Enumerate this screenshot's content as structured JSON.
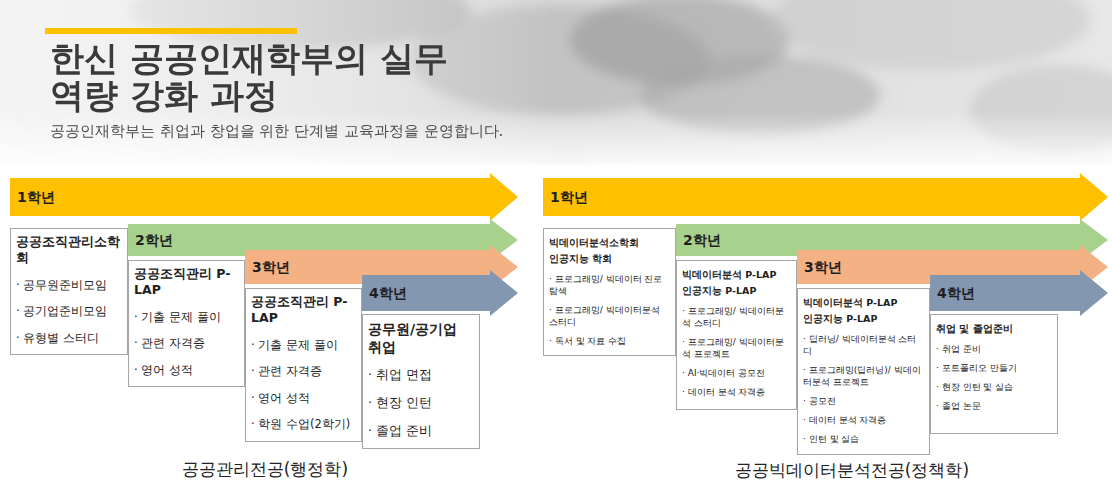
{
  "diagram": {
    "title": "한신 공공인재학부의 실무 역량 강화 과정",
    "nodes": [
      {
        "text": [
          "1학년"
        ]
      },
      {
        "text": [
          "공공조직관리소학회",
          "· 공무원준비모임",
          "· 공기업준비모임",
          "· 유형별 스터디"
        ]
      },
      {
        "text": [
          "2학년"
        ]
      },
      {
        "text": [
          "공공조직관리 P-LAP",
          "· 기출 문제 풀이",
          "· 관련 자격증",
          "· 영어 성적"
        ]
      },
      {
        "text": [
          "3학년"
        ]
      },
      {
        "text": [
          "공공조직관리 P-LAP",
          "· 기출 문제 풀이",
          "· 관련 자격증",
          "· 영어 성적",
          "· 학원 수업(2학기)"
        ]
      },
      {
        "text": [
          "4학년"
        ]
      },
      {
        "text": [
          "공무원/공기업 취업",
          "· 취업 면접",
          "· 현장 인턴",
          "· 졸업 준비"
        ]
      },
      {
        "text": [
          "1학년"
        ]
      },
      {
        "text": [
          "빅데이터분석소학회",
          "인공지능 학회",
          "· 프로그래밍/ 빅데이터 진로탐색",
          "· 프로그래밍/ 빅데이터분석 스터디",
          "· 독서 및 자료 수집"
        ]
      },
      {
        "text": [
          "2학년"
        ]
      },
      {
        "text": [
          "빅데이터분석 P-LAP",
          "인공지능 P-LAP",
          "· 프로그래밍/ 빅데이터분석 스터디",
          "· 프로그래밍/ 빅데이터분석 프로젝트",
          "· AI·빅데이터 공모전",
          "· 데이터 분석 자격증"
        ]
      },
      {
        "text": [
          "3학년"
        ]
      },
      {
        "text": [
          "빅데이터분석 P-LAP",
          "인공지능 P-LAP",
          "· 딥러닝/ 빅데이터분석 스터디",
          "· 프로그래밍(딥러닝)/ 빅데이터분석 프로젝트",
          "· 공모전",
          "· 데이터 분석 자격증",
          "· 인턴 및 실습"
        ]
      },
      {
        "text": [
          "4학년"
        ]
      },
      {
        "text": [
          "취업 및 졸업준비",
          "· 취업 준비",
          "· 포트폴리오 만들기",
          "· 현장 인턴 및 실습",
          "· 졸업 논문"
        ]
      }
    ],
    "labels": [
      "공공인재학부는 취업과 창업을 위한 단계별 교육과정을 운영합니다.",
      "공공관리전공(행정학)",
      "공공빅데이터분석전공(정책학)"
    ]
  }
}
